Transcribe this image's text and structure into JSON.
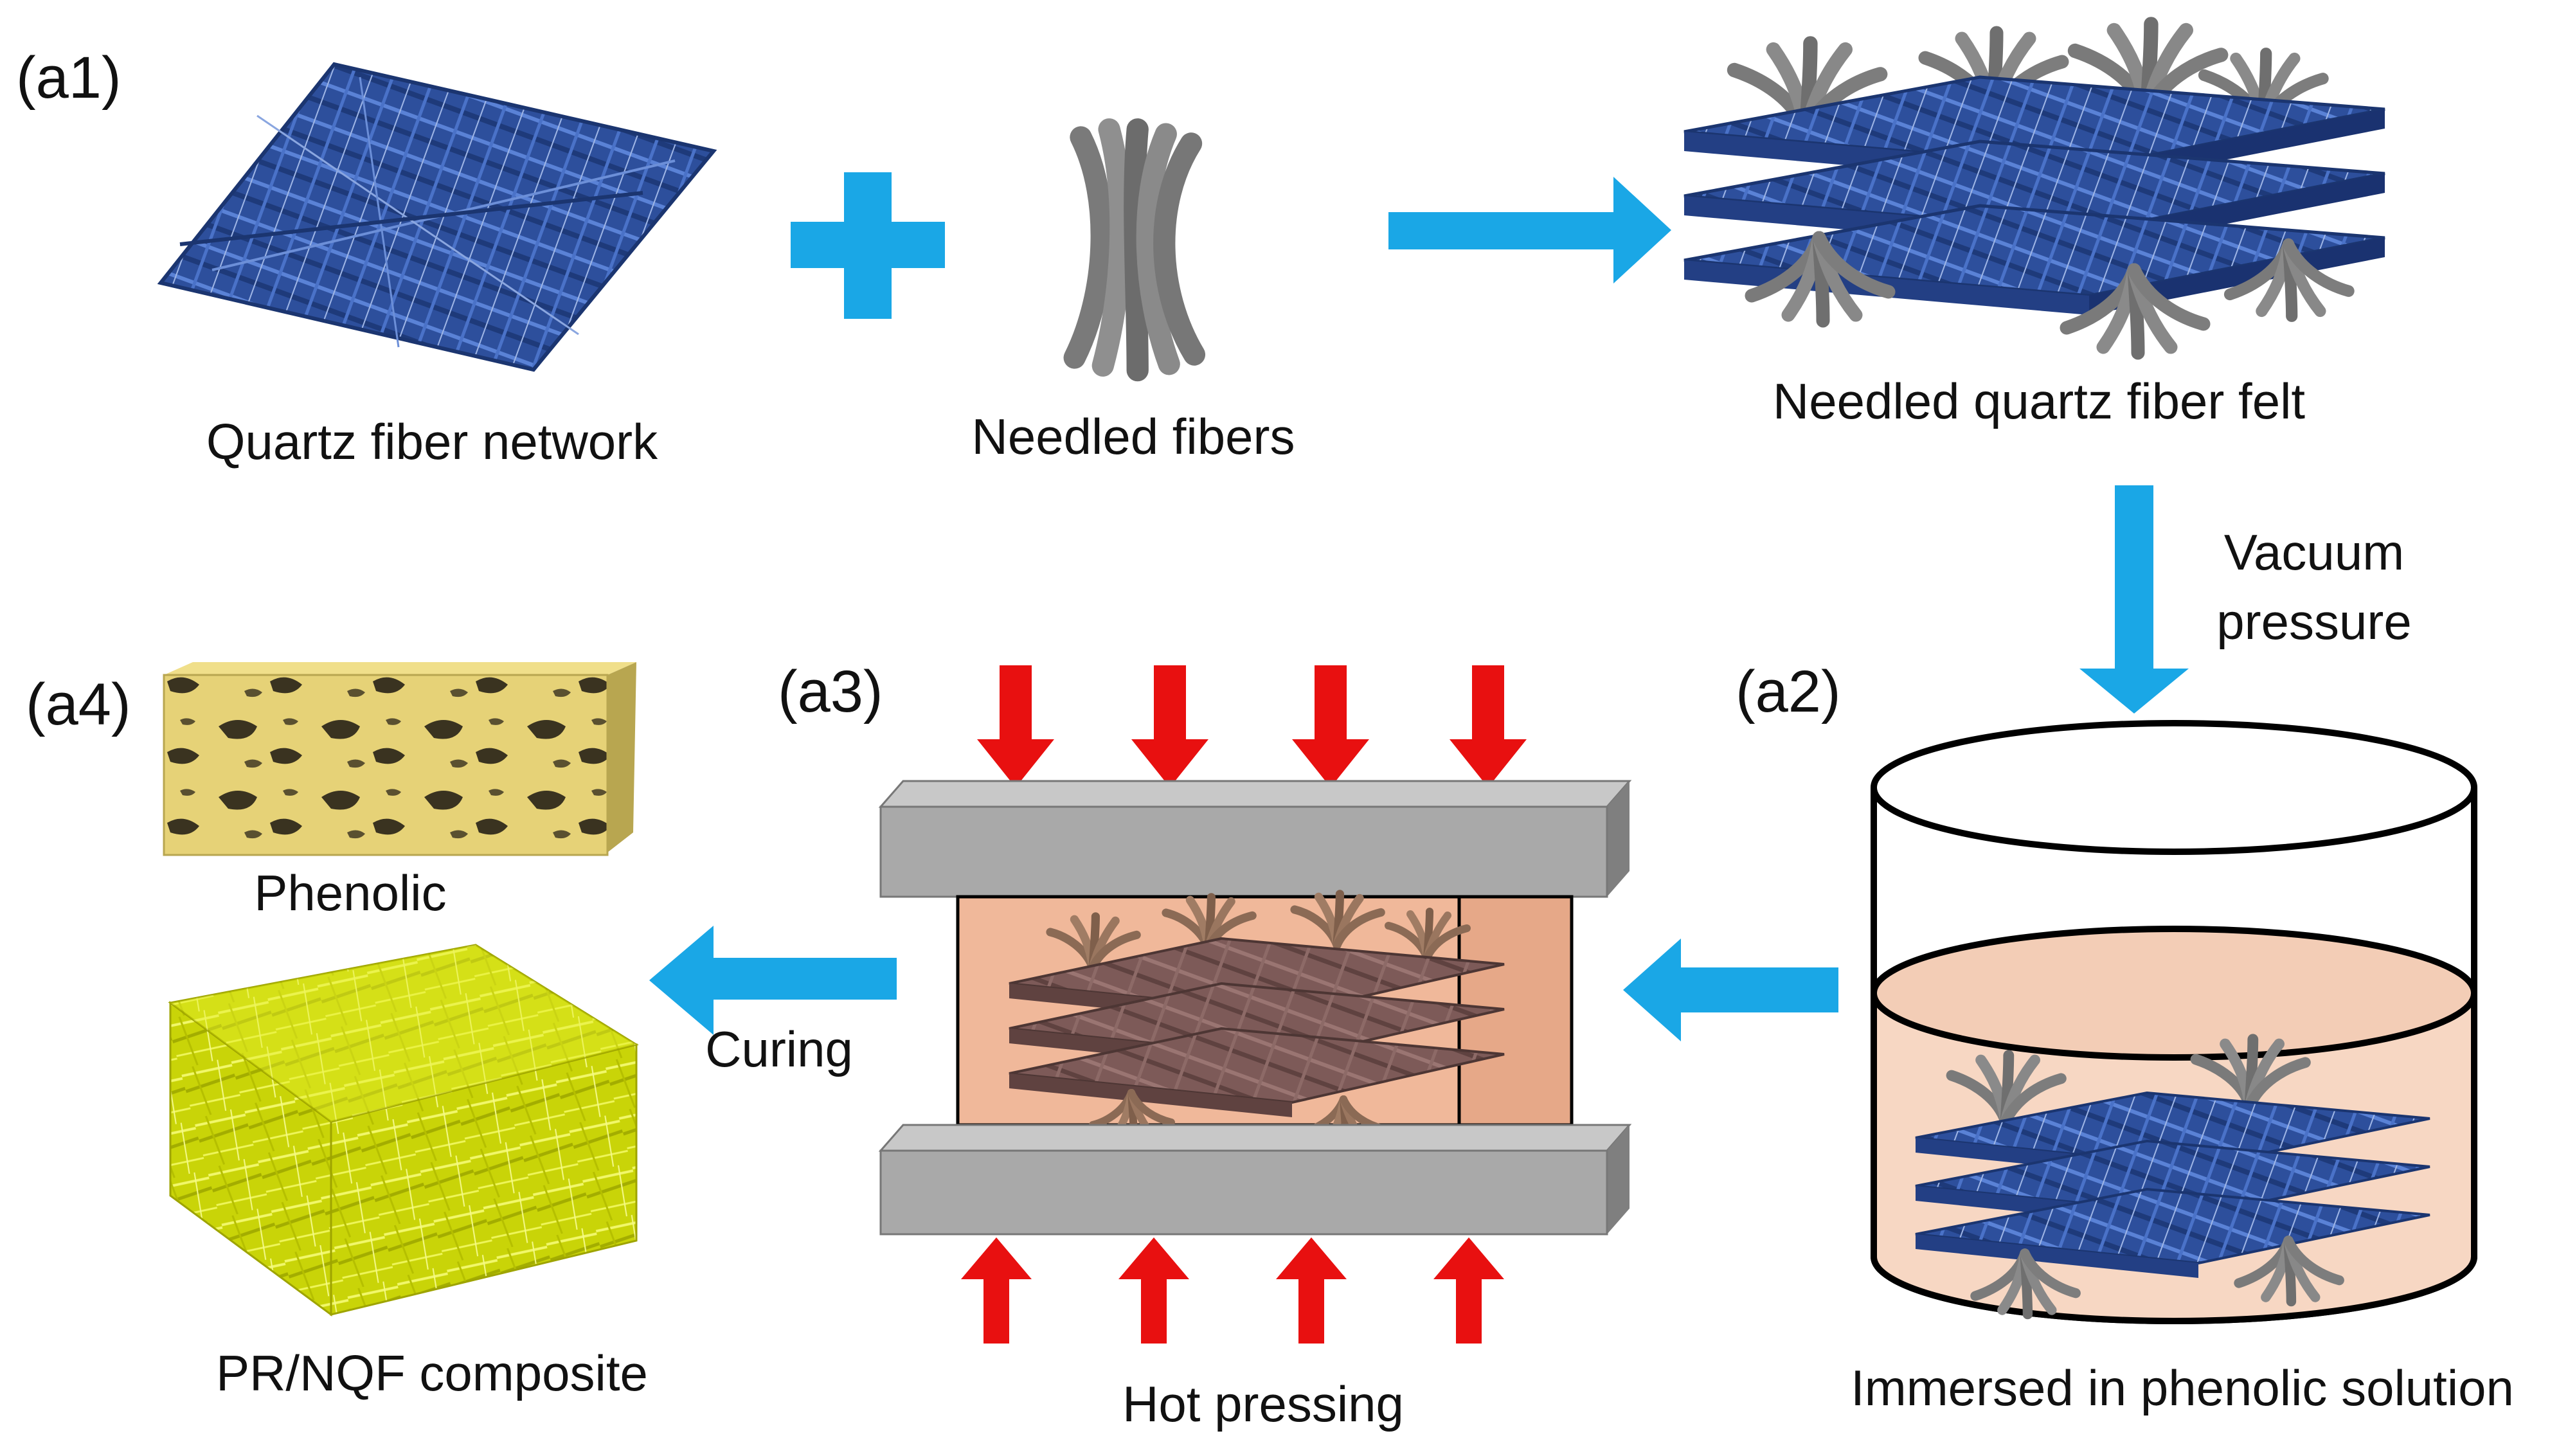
{
  "panels": {
    "a1": "(a1)",
    "a2": "(a2)",
    "a3": "(a3)",
    "a4": "(a4)"
  },
  "captions": {
    "quartz_network": "Quartz fiber network",
    "needled_fibers": "Needled fibers",
    "needled_felt": "Needled quartz fiber felt",
    "vacuum_line1": "Vacuum",
    "vacuum_line2": "pressure",
    "immersed": "Immersed in phenolic solution",
    "hot_pressing": "Hot pressing",
    "curing": "Curing",
    "phenolic": "Phenolic",
    "composite": "PR/NQF composite"
  },
  "colors": {
    "fiber_blue": "#2d4f9c",
    "fiber_blue_light": "#4a72c8",
    "needle_gray": "#7a7a7a",
    "process_arrow": "#1aa7e6",
    "press_arrow": "#e81010",
    "plate_gray": "#a9a9a9",
    "solution": "#f7d7c3",
    "press_fill": "#f0b89a",
    "felt_brown": "#7d5a58",
    "phenolic_yellow": "#e9d57a",
    "composite_yellow": "#d8e60a"
  },
  "icons": {
    "plus": "plus-icon",
    "arrow_right": "arrow-right-icon",
    "arrow_down": "arrow-down-icon",
    "arrow_left": "arrow-left-icon"
  }
}
